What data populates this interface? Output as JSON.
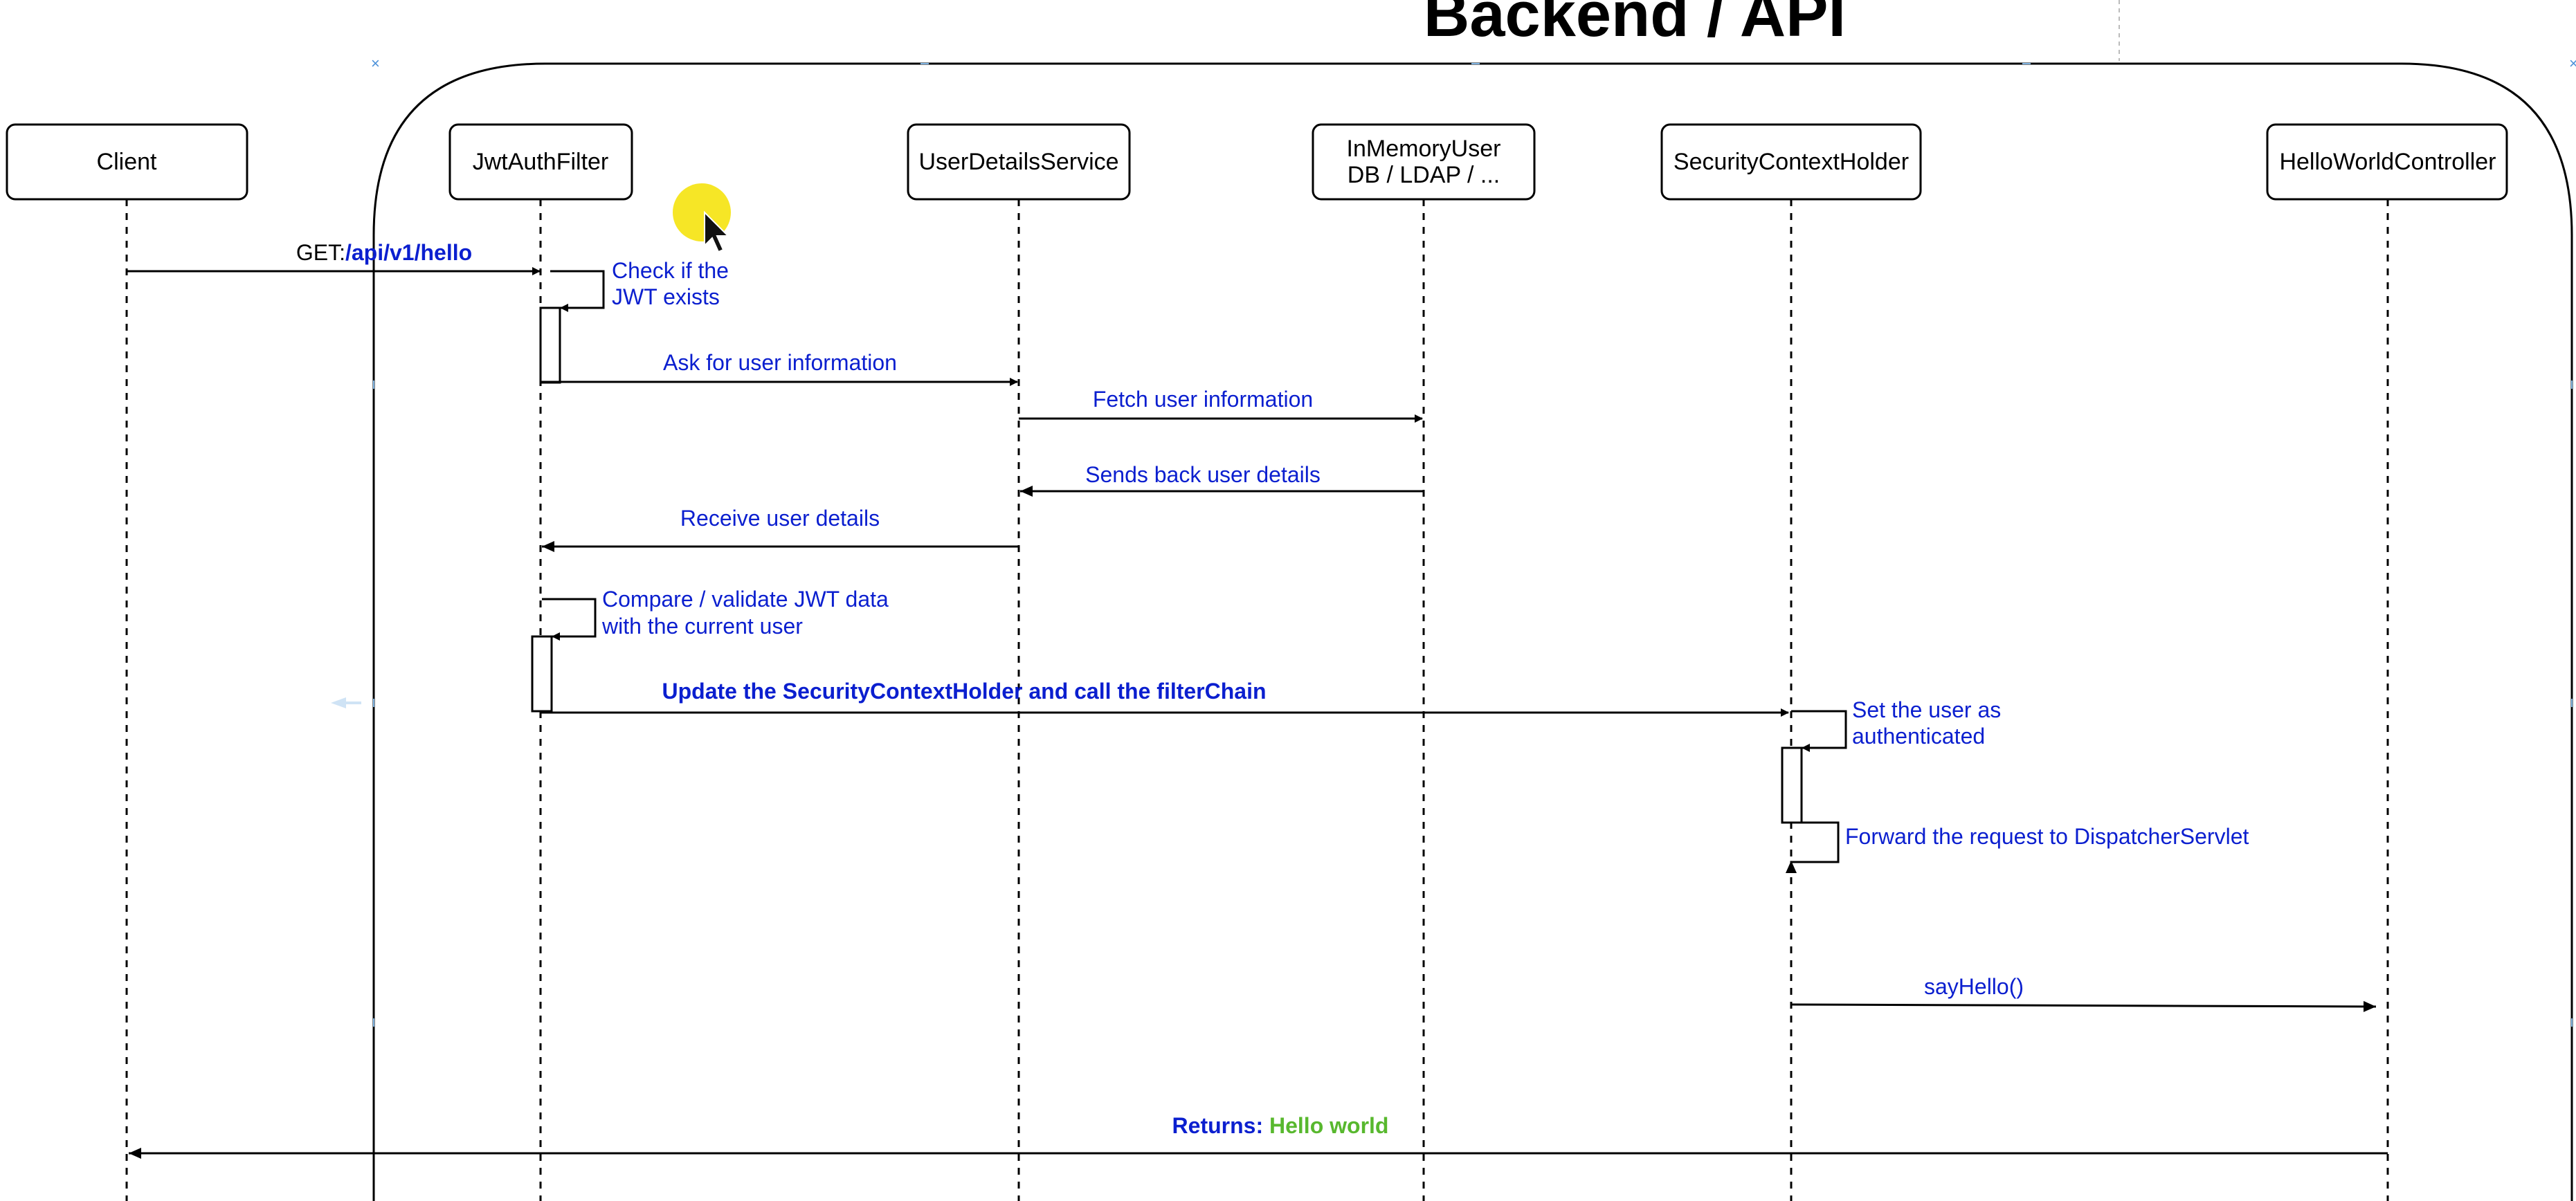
{
  "diagram": {
    "title": "Backend / API",
    "actors": [
      {
        "id": "client",
        "label_lines": [
          "Client"
        ]
      },
      {
        "id": "jwt",
        "label_lines": [
          "JwtAuthFilter"
        ]
      },
      {
        "id": "uds",
        "label_lines": [
          "UserDetailsService"
        ]
      },
      {
        "id": "inmem",
        "label_lines": [
          "InMemoryUser",
          "DB / LDAP / ..."
        ]
      },
      {
        "id": "sch",
        "label_lines": [
          "SecurityContextHolder"
        ]
      },
      {
        "id": "hwc",
        "label_lines": [
          "HelloWorldController"
        ]
      }
    ],
    "messages": [
      {
        "id": "get-request",
        "from": "client",
        "to": "jwt",
        "kind": "call",
        "label_parts": [
          {
            "text": "GET:",
            "style": "black"
          },
          {
            "text": "/api/v1/hello",
            "style": "bold"
          }
        ]
      },
      {
        "id": "check-jwt",
        "from": "jwt",
        "to": "jwt",
        "kind": "self",
        "label_lines": [
          "Check if the",
          "JWT exists"
        ]
      },
      {
        "id": "ask-user-info",
        "from": "jwt",
        "to": "uds",
        "kind": "call",
        "label_parts": [
          {
            "text": "Ask for user information",
            "style": "normal"
          }
        ]
      },
      {
        "id": "fetch-user-info",
        "from": "uds",
        "to": "inmem",
        "kind": "call",
        "label_parts": [
          {
            "text": "Fetch user information",
            "style": "normal"
          }
        ]
      },
      {
        "id": "send-back-details",
        "from": "inmem",
        "to": "uds",
        "kind": "return",
        "label_parts": [
          {
            "text": "Sends back user details",
            "style": "normal"
          }
        ]
      },
      {
        "id": "receive-details",
        "from": "uds",
        "to": "jwt",
        "kind": "return",
        "label_parts": [
          {
            "text": "Receive user details",
            "style": "normal"
          }
        ]
      },
      {
        "id": "validate-jwt",
        "from": "jwt",
        "to": "jwt",
        "kind": "self",
        "label_lines": [
          "Compare / validate JWT data",
          "with the current user"
        ]
      },
      {
        "id": "update-context",
        "from": "jwt",
        "to": "sch",
        "kind": "call",
        "label_parts": [
          {
            "text": "Update the SecurityContextHolder and call the filterChain",
            "style": "bold"
          }
        ]
      },
      {
        "id": "set-authenticated",
        "from": "sch",
        "to": "sch",
        "kind": "self",
        "label_lines": [
          "Set the user as",
          "authenticated"
        ]
      },
      {
        "id": "forward-request",
        "from": "sch",
        "to": "sch",
        "kind": "self-up",
        "label_lines": [
          "Forward the request to DispatcherServlet"
        ]
      },
      {
        "id": "say-hello",
        "from": "sch",
        "to": "hwc",
        "kind": "call",
        "label_parts": [
          {
            "text": "sayHello()",
            "style": "normal"
          }
        ]
      },
      {
        "id": "returns-hello",
        "from": "hwc",
        "to": "client",
        "kind": "return",
        "label_parts": [
          {
            "text": "Returns: ",
            "style": "bold"
          },
          {
            "text": "Hello world",
            "style": "bold-green"
          }
        ]
      }
    ]
  }
}
